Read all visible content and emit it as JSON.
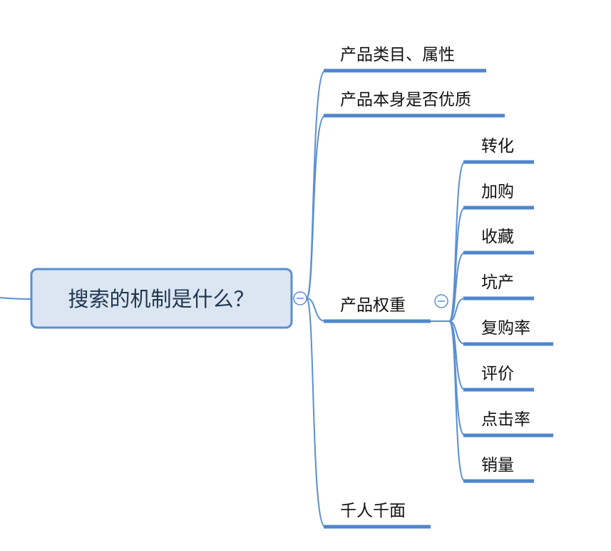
{
  "root": {
    "label": "搜索的机制是什么？"
  },
  "branches": [
    {
      "label": "产品类目、属性"
    },
    {
      "label": "产品本身是否优质"
    },
    {
      "label": "产品权重",
      "children": [
        {
          "label": "转化"
        },
        {
          "label": "加购"
        },
        {
          "label": "收藏"
        },
        {
          "label": "坑产"
        },
        {
          "label": "复购率"
        },
        {
          "label": "评价"
        },
        {
          "label": "点击率"
        },
        {
          "label": "销量"
        }
      ]
    },
    {
      "label": "千人千面"
    }
  ],
  "colors": {
    "line": "#5b8fd0",
    "underline": "#4f86cc",
    "root_fill": "#dce6f2",
    "root_border": "#5b8fd0",
    "root_text": "#1f3650"
  }
}
